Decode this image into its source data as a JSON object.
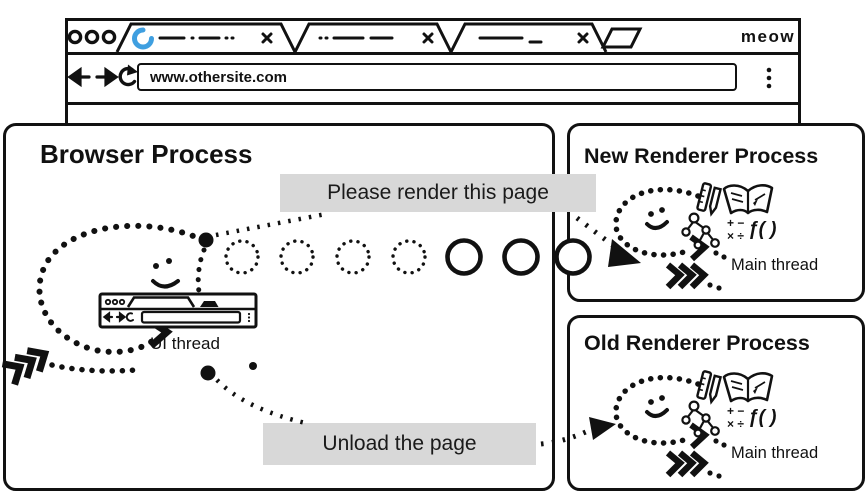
{
  "window": {
    "brand": "meow",
    "tabs": [
      {
        "state": "loading",
        "close_glyph": "x"
      },
      {
        "state": "idle",
        "close_glyph": "x"
      },
      {
        "state": "idle",
        "close_glyph": "x"
      }
    ],
    "toolbar": {
      "url": "www.othersite.com"
    }
  },
  "processes": {
    "browser": {
      "title": "Browser Process",
      "ui_thread_label": "UI thread",
      "messages": {
        "render": "Please render this page",
        "unload": "Unload the page"
      }
    },
    "new_renderer": {
      "title": "New Renderer Process",
      "main_thread_label": "Main thread"
    },
    "old_renderer": {
      "title": "Old Renderer Process",
      "main_thread_label": "Main thread"
    }
  },
  "icon_glyphs": {
    "math_top": "+ −",
    "math_bottom": "× ÷",
    "function": "ƒ( )"
  },
  "colors": {
    "ink": "#111111",
    "label_bg": "#d8d8d8",
    "spinner_blue": "#3f9fe0"
  }
}
